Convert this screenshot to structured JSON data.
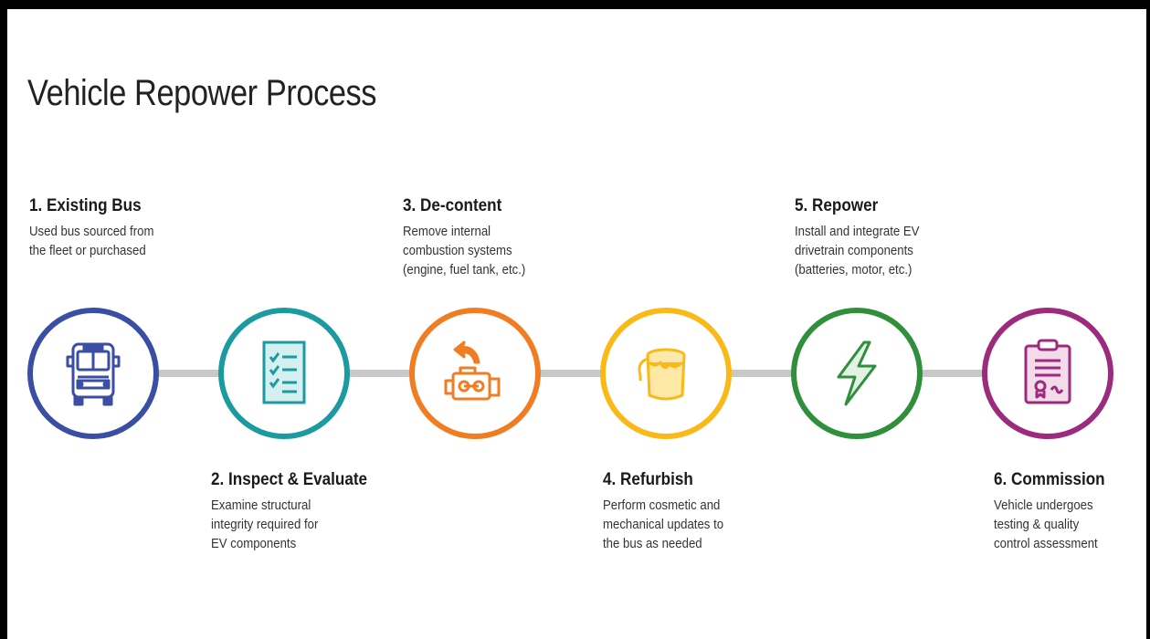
{
  "title": "Vehicle Repower Process",
  "colors": {
    "step1": "#3a4ea3",
    "step2": "#1b9aa0",
    "step3": "#f07d22",
    "step4": "#f9b917",
    "step5": "#2f8f3a",
    "step6": "#9c2a7d",
    "connector": "#c8c8c8"
  },
  "steps": [
    {
      "heading": "1. Existing Bus",
      "description": "Used bus sourced from\nthe fleet or purchased",
      "icon": "bus-icon"
    },
    {
      "heading": "2. Inspect & Evaluate",
      "description": "Examine structural\nintegrity required for\nEV components",
      "icon": "checklist-icon"
    },
    {
      "heading": "3. De-content",
      "description": "Remove internal\ncombustion systems\n(engine, fuel tank, etc.)",
      "icon": "engine-removal-icon"
    },
    {
      "heading": "4. Refurbish",
      "description": "Perform cosmetic and\nmechanical updates to\nthe bus as needed",
      "icon": "paint-bucket-icon"
    },
    {
      "heading": "5. Repower",
      "description": "Install and integrate EV\ndrivetrain components\n(batteries, motor, etc.)",
      "icon": "lightning-bolt-icon"
    },
    {
      "heading": "6. Commission",
      "description": "Vehicle undergoes\ntesting & quality\ncontrol assessment",
      "icon": "certificate-clipboard-icon"
    }
  ]
}
